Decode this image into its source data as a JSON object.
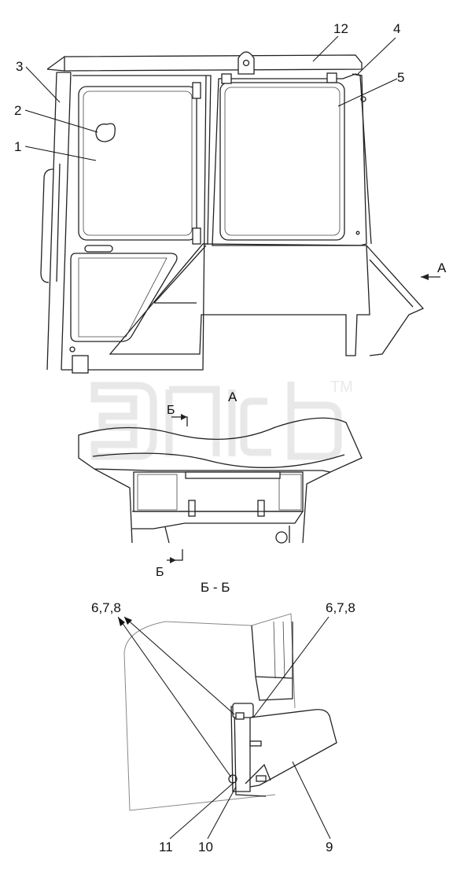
{
  "watermark": {
    "trademark": "TM"
  },
  "colors": {
    "line": "#222222",
    "watermark": "#d9d9d9",
    "background": "#ffffff"
  },
  "callouts": {
    "c1": "1",
    "c2": "2",
    "c3": "3",
    "c4": "4",
    "c5": "5",
    "c12": "12",
    "c678_left": "6,7,8",
    "c678_right": "6,7,8",
    "c9": "9",
    "c10": "10",
    "c11": "11"
  },
  "view_labels": {
    "arrow_a": "A",
    "view_a_title": "A",
    "section_mark_top": "Б",
    "section_mark_bottom": "Б",
    "section_title": "Б - Б"
  }
}
